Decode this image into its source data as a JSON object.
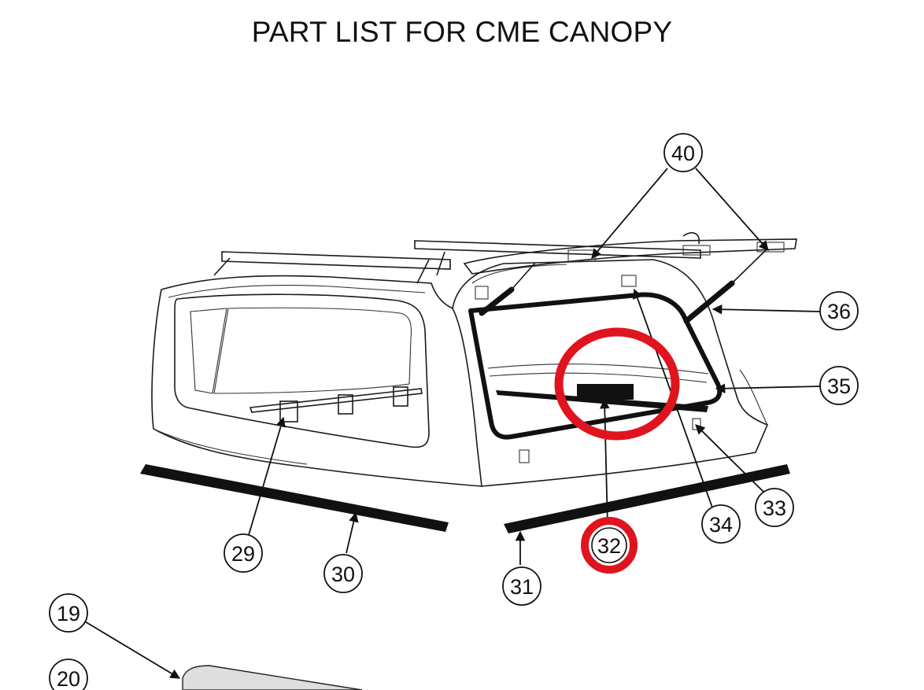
{
  "title": "PART LIST FOR CME CANOPY",
  "callouts": [
    {
      "id": "40",
      "label": "40"
    },
    {
      "id": "36",
      "label": "36"
    },
    {
      "id": "35",
      "label": "35"
    },
    {
      "id": "34",
      "label": "34"
    },
    {
      "id": "33",
      "label": "33"
    },
    {
      "id": "32",
      "label": "32",
      "highlighted": true
    },
    {
      "id": "31",
      "label": "31"
    },
    {
      "id": "30",
      "label": "30"
    },
    {
      "id": "29",
      "label": "29"
    },
    {
      "id": "19",
      "label": "19"
    },
    {
      "id": "20",
      "label": "20"
    }
  ],
  "highlight_color": "#e0141e"
}
